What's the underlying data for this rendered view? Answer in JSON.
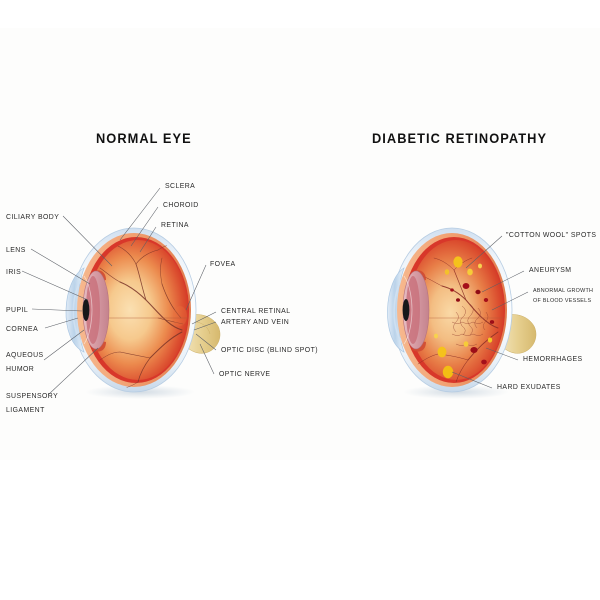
{
  "figure": {
    "background_color": "#ffffff",
    "panel_color": "#fdfdfc",
    "label_color": "#2a2a2a",
    "leader_color": "#5b5f66"
  },
  "panels": {
    "normal": {
      "title": "NORMAL EYE",
      "labels_left": [
        {
          "text": "CILIARY BODY"
        },
        {
          "text": "LENS"
        },
        {
          "text": "IRIS"
        },
        {
          "text": "PUPIL"
        },
        {
          "text": "CORNEA"
        },
        {
          "text": "AQUEOUS"
        },
        {
          "text": "HUMOR"
        },
        {
          "text": "SUSPENSORY"
        },
        {
          "text": "LIGAMENT"
        }
      ],
      "labels_top": [
        {
          "text": "SCLERA"
        },
        {
          "text": "CHOROID"
        },
        {
          "text": "RETINA"
        }
      ],
      "labels_right": [
        {
          "text": "FOVEA"
        },
        {
          "text": "CENTRAL RETINAL"
        },
        {
          "text": "ARTERY AND VEIN"
        },
        {
          "text": "OPTIC DISC (BLIND SPOT)"
        },
        {
          "text": "OPTIC NERVE"
        }
      ]
    },
    "diabetic": {
      "title": "DIABETIC RETINOPATHY",
      "labels_right": [
        {
          "text": "\"COTTON WOOL\" SPOTS"
        },
        {
          "text": "ANEURYSM"
        },
        {
          "text": "ABNORMAL GROWTH"
        },
        {
          "text": "OF BLOOD VESSELS"
        },
        {
          "text": "HEMORRHAGES"
        },
        {
          "text": "HARD EXUDATES"
        }
      ]
    }
  },
  "anatomy_colors": {
    "sclera_outer": "#c8d8ea",
    "sclera_inner": "#f2f6fb",
    "retina_red": "#d8372a",
    "retina_mid": "#e4653a",
    "vitreous_center": "#f6c98d",
    "choroid_band": "#f0a074",
    "pupil": "#17171a",
    "iris": "#c9727c",
    "lens": "#d9a0a8",
    "optic_nerve": "#e8d49a",
    "vessel": "#7a3428",
    "exudate_yellow": "#f5c21b",
    "hemorrhage_dark": "#a5101a",
    "cornea_blue": "#b9d2ea"
  }
}
